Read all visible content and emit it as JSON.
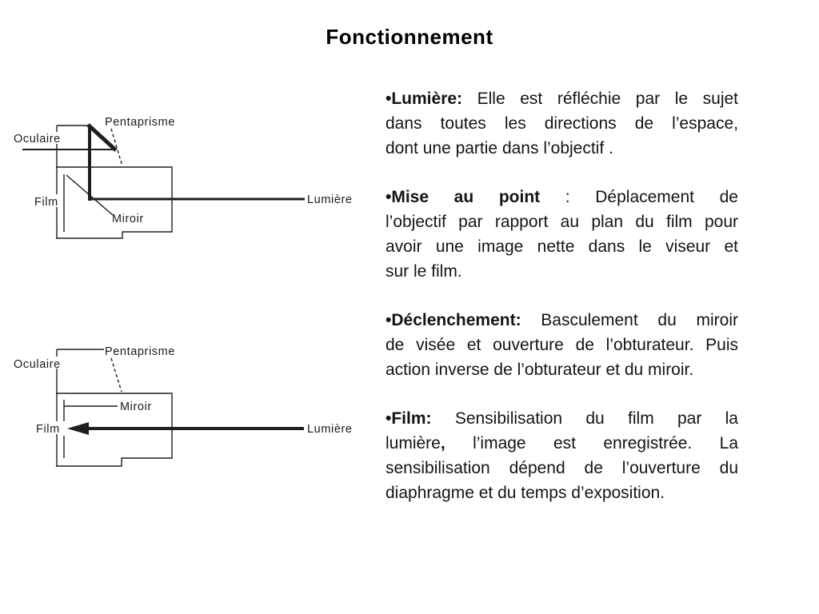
{
  "title": "Fonctionnement",
  "colors": {
    "background": "#ffffff",
    "text": "#1a1a1a",
    "line": "#1f1f1f"
  },
  "paragraphs": [
    {
      "lines": [
        [
          {
            "t": "•Lumière:",
            "b": true
          },
          {
            "t": " Elle est réfléchie par le sujet",
            "b": false
          }
        ],
        [
          {
            "t": "dans toutes les directions de l’espace,",
            "b": false
          }
        ],
        [
          {
            "t": "dont une partie dans l’objectif .",
            "b": false
          }
        ]
      ]
    },
    {
      "lines": [
        [
          {
            "t": "•Mise au point",
            "b": true
          },
          {
            "t": " : Déplacement de",
            "b": false
          }
        ],
        [
          {
            "t": "l’objectif par rapport au plan du film pour",
            "b": false
          }
        ],
        [
          {
            "t": "avoir une image nette dans le viseur et",
            "b": false
          }
        ],
        [
          {
            "t": "sur le film.",
            "b": false
          }
        ]
      ]
    },
    {
      "lines": [
        [
          {
            "t": "•Déclenchement:",
            "b": true
          },
          {
            "t": " Basculement du miroir",
            "b": false
          }
        ],
        [
          {
            "t": "de visée et ouverture de l’obturateur. Puis",
            "b": false
          }
        ],
        [
          {
            "t": "action inverse de l’obturateur et du miroir.",
            "b": false
          }
        ]
      ]
    },
    {
      "lines": [
        [
          {
            "t": "•Film:",
            "b": true
          },
          {
            "t": " Sensibilisation du film par la",
            "b": false
          }
        ],
        [
          {
            "t": "lumière",
            "b": false
          },
          {
            "t": ",",
            "b": true
          },
          {
            "t": " l’image est enregistrée. La",
            "b": false
          }
        ],
        [
          {
            "t": "sensibilisation dépend de l’ouverture du",
            "b": false
          }
        ],
        [
          {
            "t": "diaphragme et du temps d’exposition.",
            "b": false
          }
        ]
      ]
    }
  ],
  "diagram_top": {
    "oculaire": "Oculaire",
    "pentaprisme": "Pentaprisme",
    "film": "Film",
    "miroir": "Miroir",
    "lumiere": "Lumière"
  },
  "diagram_bottom": {
    "oculaire": "Oculaire",
    "pentaprisme": "Pentaprisme",
    "film": "Film",
    "miroir": "Miroir",
    "lumiere": "Lumière"
  }
}
